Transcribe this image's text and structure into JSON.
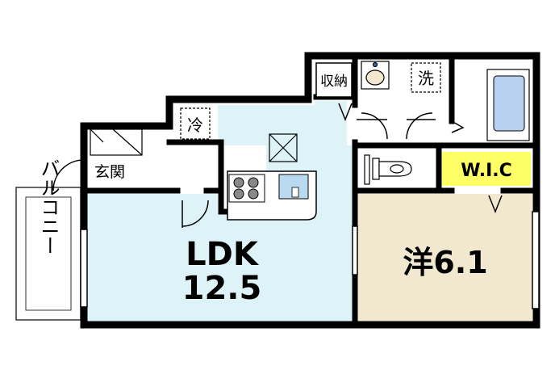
{
  "floorplan": {
    "rooms": {
      "ldk": {
        "name": "LDK",
        "area": "12.5",
        "color": "#DDF3F8"
      },
      "western": {
        "name": "洋6.1",
        "color": "#F1E8CF"
      },
      "wic": {
        "name": "W.I.C",
        "color": "#FFFF66"
      }
    },
    "labels": {
      "balcony": "バルコニー",
      "entrance": "玄関",
      "storage": "収納",
      "washer": "洗",
      "fridge": "冷"
    }
  }
}
